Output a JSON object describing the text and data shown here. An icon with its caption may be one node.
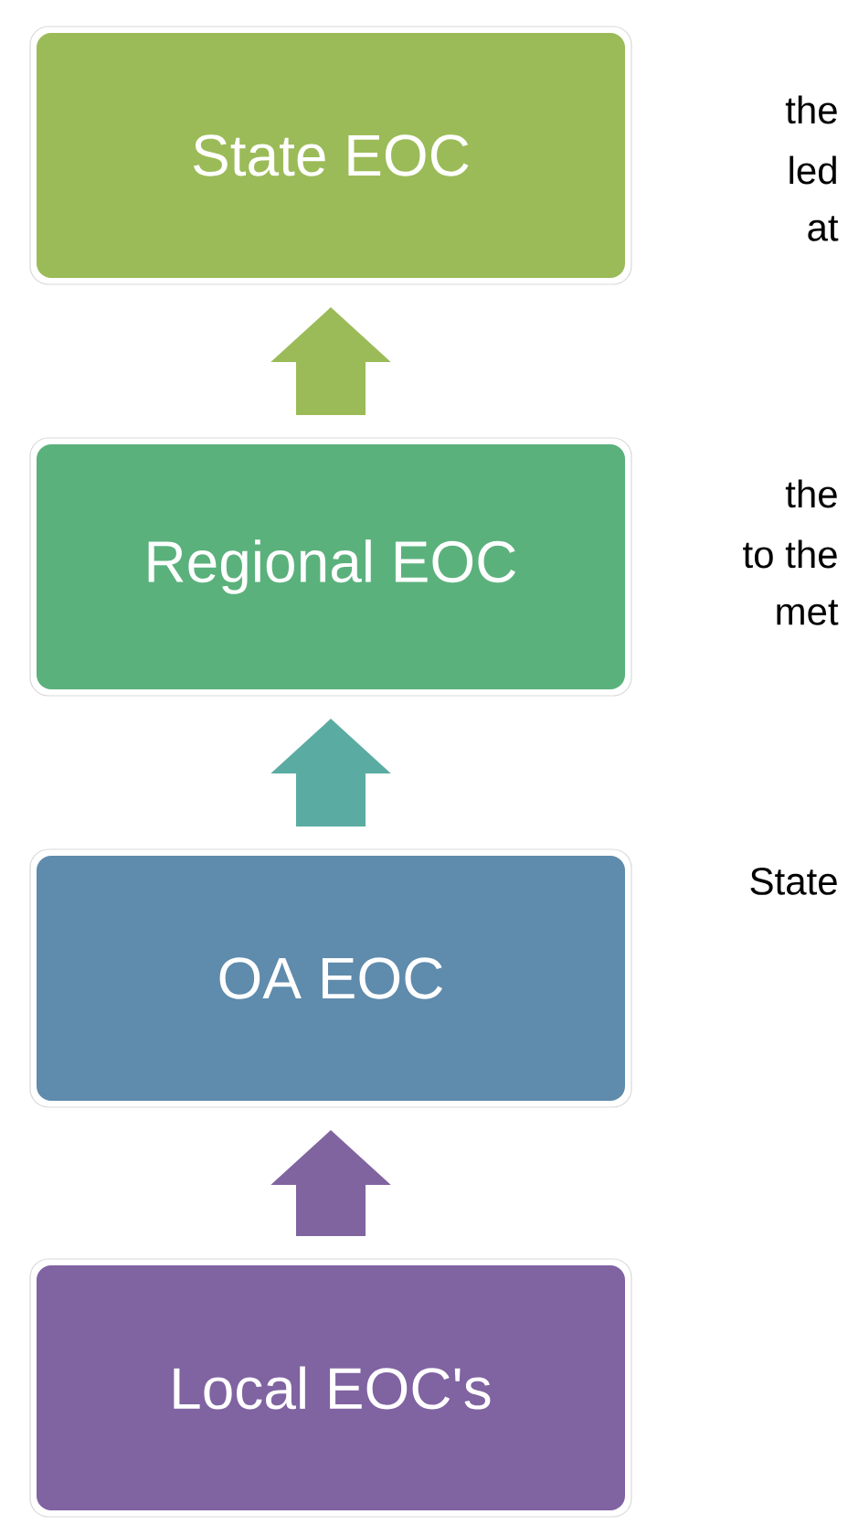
{
  "diagram": {
    "nodes": [
      {
        "text": [
          "State EOC"
        ]
      },
      {
        "text": [
          "Regional EOC"
        ]
      },
      {
        "text": [
          "OA EOC"
        ]
      },
      {
        "text": [
          "Local EOC's"
        ]
      }
    ],
    "edges": [
      {
        "from": 1,
        "to": 0,
        "arrow": "to",
        "color": "#9bbb59"
      },
      {
        "from": 2,
        "to": 1,
        "arrow": "to",
        "color": "#5aaca2"
      },
      {
        "from": 3,
        "to": 2,
        "arrow": "to",
        "color": "#80649f"
      }
    ],
    "labels": [
      "the",
      "led",
      "at",
      "the",
      "to the",
      "met",
      "State"
    ]
  }
}
